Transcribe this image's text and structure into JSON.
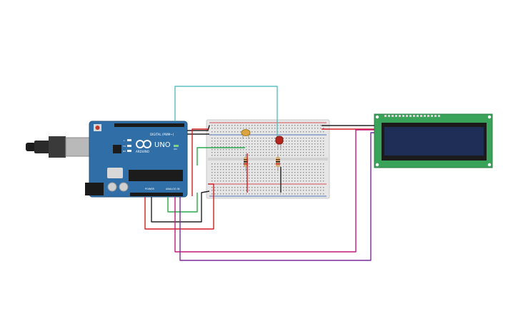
{
  "arduino": {
    "model_label": "UNO",
    "brand_label": "ARDUINO",
    "digital_label": "DIGITAL (PWM~)",
    "power_label": "POWER",
    "analog_label": "ANALOG IN",
    "tx_label": "TX",
    "rx_label": "RX",
    "l_label": "L",
    "on_label": "ON"
  },
  "wire_colors": {
    "teal": "#5bbfbf",
    "red": "#d11e26",
    "black": "#222222",
    "green": "#2aa84a",
    "magenta": "#c2187a",
    "purple": "#7a2a9a"
  },
  "colors": {
    "board": "#2f6ea6",
    "breadboard": "#e6e6e6",
    "lcd_pcb": "#3aa35a",
    "lcd_screen": "#1f2e57",
    "led": "#b3261e"
  }
}
